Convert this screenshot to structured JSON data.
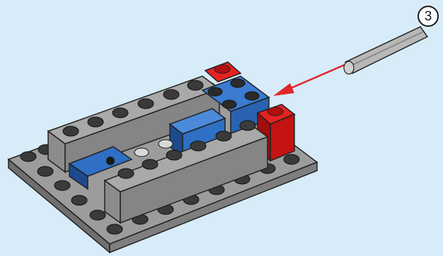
{
  "step": {
    "number": "3"
  },
  "colors": {
    "background": "#d7ecf8",
    "baseplate_top": "#9c9c9c",
    "baseplate_side": "#6f6f6f",
    "grey_brick_top": "#a9a9a9",
    "grey_brick_side": "#858585",
    "blue_brick": "#2f6fc4",
    "blue_dark": "#1d4a8c",
    "red_brick": "#d01515",
    "stud": "#3a3a3a",
    "arrow": "#e0262b"
  },
  "icons": [
    "step-number-badge",
    "insertion-arrow-icon",
    "grey-bar-piece"
  ]
}
